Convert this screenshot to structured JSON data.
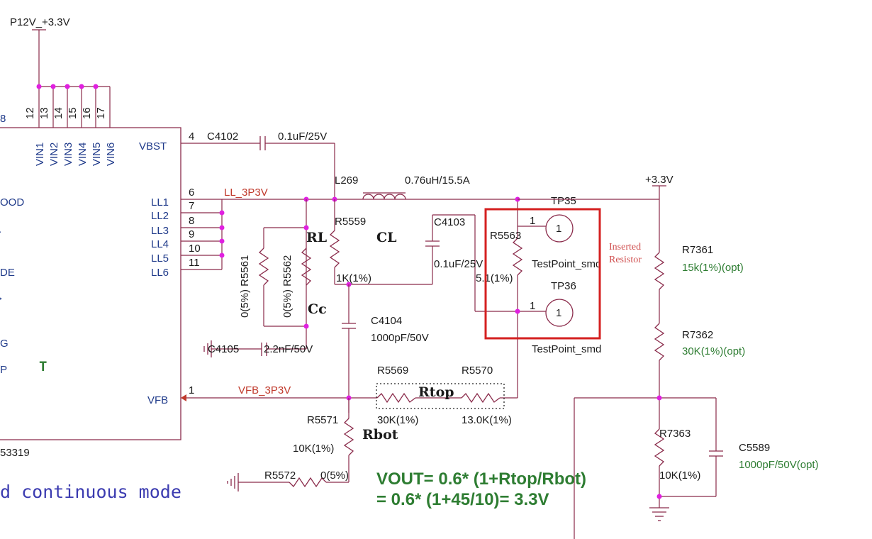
{
  "nets": {
    "p12v": "P12V_+3.3V",
    "plus33": "+3.3V",
    "ll": "LL_3P3V",
    "vfb": "VFB_3P3V"
  },
  "ic": {
    "top_pin_numbers": [
      "12",
      "13",
      "14",
      "15",
      "16",
      "17"
    ],
    "top_pin_names": [
      "VIN1",
      "VIN2",
      "VIN3",
      "VIN4",
      "VIN5",
      "VIN6"
    ],
    "left_partial_text": [
      "8",
      "OOD",
      "DE",
      "G",
      "T",
      "53319"
    ],
    "vbst": {
      "name": "VBST",
      "num": "4"
    },
    "ll_pins": [
      {
        "name": "LL1",
        "num": "6"
      },
      {
        "name": "LL2",
        "num": "7"
      },
      {
        "name": "LL3",
        "num": "8"
      },
      {
        "name": "LL4",
        "num": "9"
      },
      {
        "name": "LL5",
        "num": "10"
      },
      {
        "name": "LL6",
        "num": "11"
      }
    ],
    "vfb": {
      "name": "VFB",
      "num": "1"
    }
  },
  "components": {
    "c4102": {
      "ref": "C4102",
      "value": "0.1uF/25V"
    },
    "l269": {
      "ref": "L269",
      "value": "0.76uH/15.5A",
      "tag": "CL"
    },
    "r5559": {
      "ref": "R5559",
      "value": "1K(1%)",
      "tag": "RL"
    },
    "r5561": {
      "ref": "R5561",
      "value": "0(5%)"
    },
    "r5562": {
      "ref": "R5562",
      "value": "0(5%)",
      "tag": "Cc"
    },
    "c4103": {
      "ref": "C4103",
      "value": "0.1uF/25V"
    },
    "r5563": {
      "ref": "R5563",
      "value": "5.1(1%)"
    },
    "c4104": {
      "ref": "C4104",
      "value": "1000pF/50V"
    },
    "c4105": {
      "ref": "C4105",
      "value": "2.2nF/50V"
    },
    "r5569": {
      "ref": "R5569",
      "value": "30K(1%)"
    },
    "r5570": {
      "ref": "R5570",
      "value": "13.0K(1%)"
    },
    "rtop_tag": "Rtop",
    "r5571": {
      "ref": "R5571",
      "value": "10K(1%)",
      "tag": "Rbot"
    },
    "r5572": {
      "ref": "R5572",
      "value": "0(5%)"
    },
    "tp35": {
      "ref": "TP35",
      "pin": "1",
      "type": "TestPoint_smd"
    },
    "tp36": {
      "ref": "TP36",
      "pin": "1",
      "type": "TestPoint_smd"
    },
    "r7361": {
      "ref": "R7361",
      "value": "15k(1%)(opt)",
      "note": [
        "Inserted",
        "Resistor"
      ]
    },
    "r7362": {
      "ref": "R7362",
      "value": "30K(1%)(opt)"
    },
    "r7363": {
      "ref": "R7363",
      "value": "10K(1%)"
    },
    "c5589": {
      "ref": "C5589",
      "value": "1000pF/50V(opt)"
    }
  },
  "equation": {
    "line1": "VOUT= 0.6* (1+Rtop/Rbot)",
    "line2": "= 0.6* (1+45/10)= 3.3V"
  },
  "footer_text": "d continuous mode",
  "colors": {
    "wire": "#8a2a4a",
    "junction": "#e020e0",
    "highlight_box": "#d42020",
    "net_label": "#c0392b",
    "value_green": "#2e7d32",
    "pin_name": "#1f3a8a"
  }
}
